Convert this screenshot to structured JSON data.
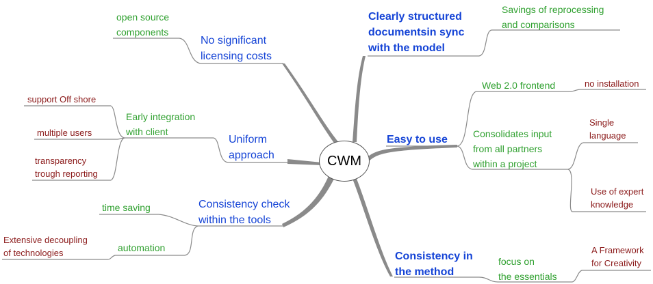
{
  "center": "CWM",
  "branches": {
    "licensing": {
      "label": [
        "No significant",
        "licensing costs"
      ],
      "children": {
        "open_source": [
          "open source",
          "components"
        ]
      }
    },
    "uniform": {
      "label": [
        "Uniform",
        "approach"
      ],
      "children": {
        "early_integration": {
          "label": [
            "Early integration",
            "with client"
          ],
          "children": {
            "offshore": [
              "support Off shore"
            ],
            "multiple_users": [
              "multiple users"
            ],
            "transparency": [
              "transparency",
              "trough reporting"
            ]
          }
        }
      }
    },
    "consistency_check": {
      "label": [
        "Consistency check",
        "within the tools"
      ],
      "children": {
        "time_saving": [
          "time saving"
        ],
        "automation": {
          "label": [
            "automation"
          ],
          "children": {
            "decoupling": [
              "Extensive decoupling",
              "of technologies"
            ]
          }
        }
      }
    },
    "documents": {
      "label": [
        "Clearly structured",
        "documentsin sync",
        "with the model"
      ],
      "children": {
        "savings": [
          "Savings of reprocessing",
          "and comparisons"
        ]
      }
    },
    "easy": {
      "label": [
        "Easy to use"
      ],
      "children": {
        "web": {
          "label": [
            "Web 2.0 frontend"
          ],
          "children": {
            "no_install": [
              "no installation"
            ]
          }
        },
        "consolidates": {
          "label": [
            "Consolidates input",
            "from all partners",
            "within a project"
          ],
          "children": {
            "single_language": [
              "Single",
              "language"
            ],
            "expert": [
              "Use of expert",
              "knowledge"
            ]
          }
        }
      }
    },
    "method": {
      "label": [
        "Consistency in",
        "the method"
      ],
      "children": {
        "essentials": {
          "label": [
            "focus on",
            "the essentials"
          ],
          "children": {
            "framework": [
              "A Framework",
              "for Creativity"
            ]
          }
        }
      }
    }
  }
}
